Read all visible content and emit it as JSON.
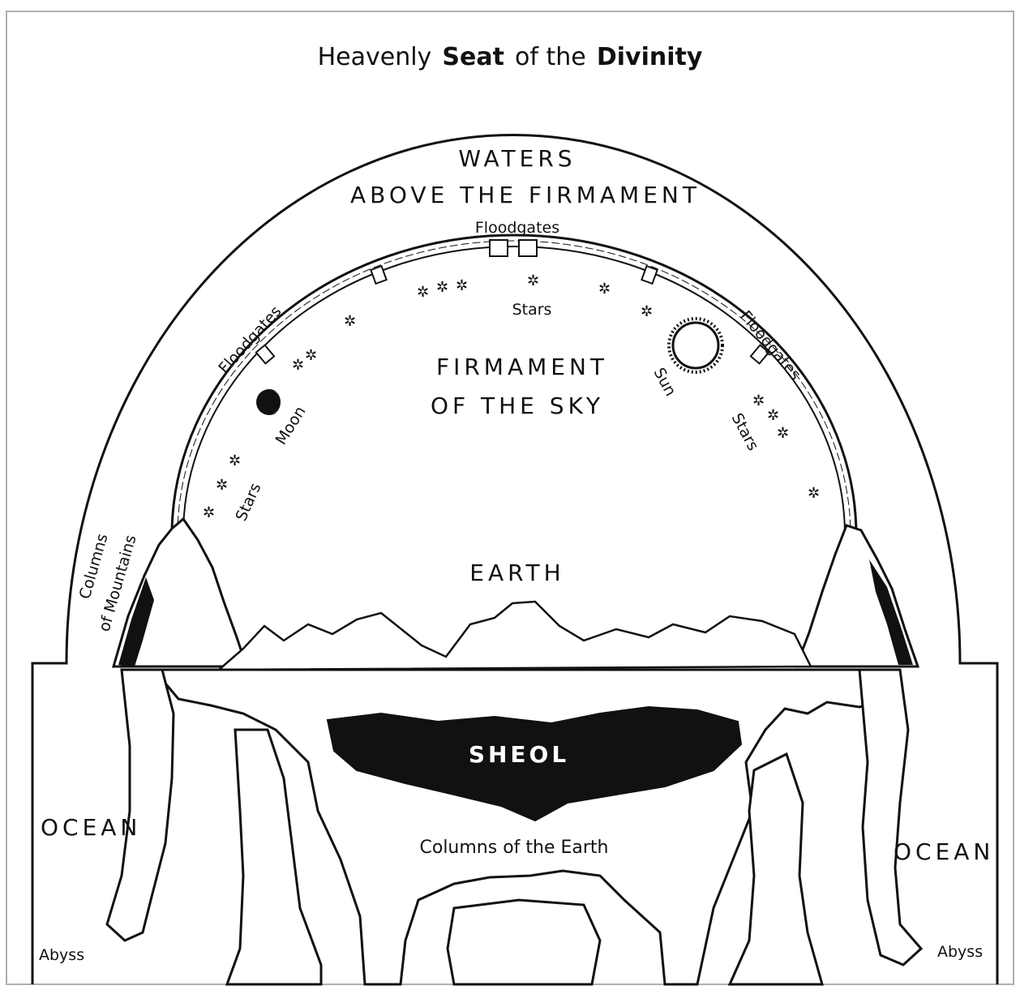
{
  "title": {
    "part1": "Heavenly",
    "part2": "Seat",
    "part3": "of the",
    "part4": "Divinity"
  },
  "labels": {
    "waters": "WATERS",
    "above_firmament": "ABOVE THE FIRMAMENT",
    "floodgates_top": "Floodgates",
    "floodgates_left": "Floodgates",
    "floodgates_right": "Floodgates",
    "stars_top": "Stars",
    "stars_left": "Stars",
    "stars_right": "Stars",
    "firmament": "FIRMAMENT",
    "of_the_sky": "OF THE SKY",
    "moon": "Moon",
    "sun": "Sun",
    "columns_mountains_1": "Columns",
    "columns_mountains_2": "of Mountains",
    "earth": "EARTH",
    "sheol": "SHEOL",
    "columns_earth": "Columns of the Earth",
    "ocean_left": "OCEAN",
    "ocean_right": "OCEAN",
    "abyss_left": "Abyss",
    "abyss_right": "Abyss"
  },
  "colors": {
    "ink": "#111111",
    "paper": "#ffffff",
    "frame": "#b0b0b0"
  }
}
